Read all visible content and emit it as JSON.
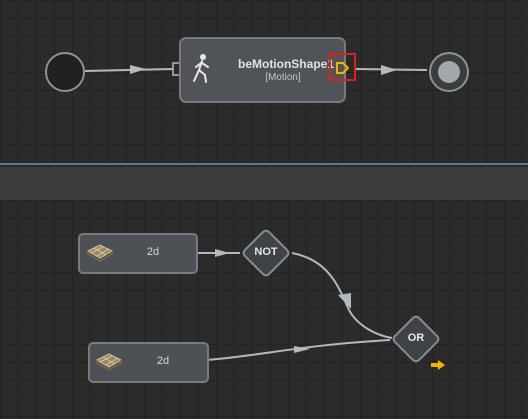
{
  "state_graph": {
    "motion_node": {
      "title": "beMotionShape1",
      "subtitle": "[Motion]",
      "icon": "walking-figure-icon"
    },
    "start_state": "start-node",
    "end_state": "end-node"
  },
  "condition_graph": {
    "input_top": {
      "label": "2d",
      "icon": "grid-tile-icon"
    },
    "input_bottom": {
      "label": "2d",
      "icon": "grid-tile-icon"
    },
    "not_gate": {
      "label": "NOT"
    },
    "or_gate": {
      "label": "OR"
    }
  },
  "colors": {
    "background": "#2b2b2b",
    "node_fill": "#505458",
    "wire": "#b4b9bd",
    "highlight_box": "#e01e1e",
    "port_yellow": "#f5b400",
    "separator_blue": "#5b7d92"
  }
}
